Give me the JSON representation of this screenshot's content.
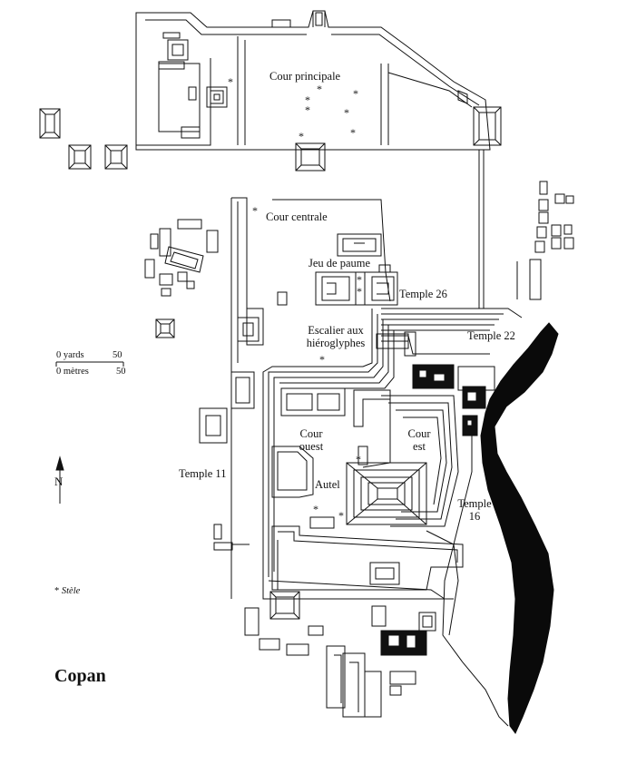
{
  "title": "Copan",
  "labels": {
    "cour_principale": "Cour principale",
    "cour_centrale": "Cour centrale",
    "jeu_de_paume": "Jeu de paume",
    "temple_26": "Temple 26",
    "escalier_line1": "Escalier aux",
    "escalier_line2": "hiéroglyphes",
    "temple_22": "Temple 22",
    "cour_ouest_line1": "Cour",
    "cour_ouest_line2": "ouest",
    "cour_est_line1": "Cour",
    "cour_est_line2": "est",
    "temple_11": "Temple 11",
    "autel": "Autel",
    "temple_16_line1": "Temple",
    "temple_16_line2": "16"
  },
  "scale": {
    "yards_label": "0 yards",
    "yards_max": "50",
    "metres_label": "0 mètres",
    "metres_max": "50"
  },
  "north_label": "N",
  "legend": {
    "stele_symbol": "*",
    "stele_label": "Stèle"
  },
  "colors": {
    "ink": "#111111",
    "river": "#0a0a0a",
    "background": "#ffffff"
  }
}
